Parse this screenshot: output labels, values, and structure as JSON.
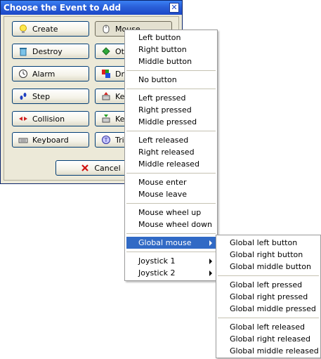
{
  "window": {
    "title": "Choose the Event to Add"
  },
  "buttons": {
    "create": "Create",
    "mouse": "Mouse",
    "destroy": "Destroy",
    "other": "Other",
    "alarm": "Alarm",
    "draw": "Draw",
    "step": "Step",
    "key_press": "Key Press",
    "collision": "Collision",
    "key_release": "Key Release",
    "keyboard": "Keyboard",
    "trigger": "Trigger",
    "cancel": "Cancel"
  },
  "mouse_menu": {
    "left_button": "Left button",
    "right_button": "Right button",
    "middle_button": "Middle button",
    "no_button": "No button",
    "left_pressed": "Left pressed",
    "right_pressed": "Right pressed",
    "middle_pressed": "Middle pressed",
    "left_released": "Left released",
    "right_released": "Right released",
    "middle_released": "Middle released",
    "mouse_enter": "Mouse enter",
    "mouse_leave": "Mouse leave",
    "wheel_up": "Mouse wheel up",
    "wheel_down": "Mouse wheel down",
    "global_mouse": "Global mouse",
    "joystick1": "Joystick 1",
    "joystick2": "Joystick 2"
  },
  "global_menu": {
    "left_button": "Global left button",
    "right_button": "Global right button",
    "middle_button": "Global middle button",
    "left_pressed": "Global left pressed",
    "right_pressed": "Global right pressed",
    "middle_pressed": "Global middle pressed",
    "left_released": "Global left released",
    "right_released": "Global right released",
    "middle_released": "Global middle released"
  },
  "colors": {
    "titlebar": "#2a5fd8",
    "highlight": "#316ac5",
    "dialog_bg": "#ece9d8"
  }
}
